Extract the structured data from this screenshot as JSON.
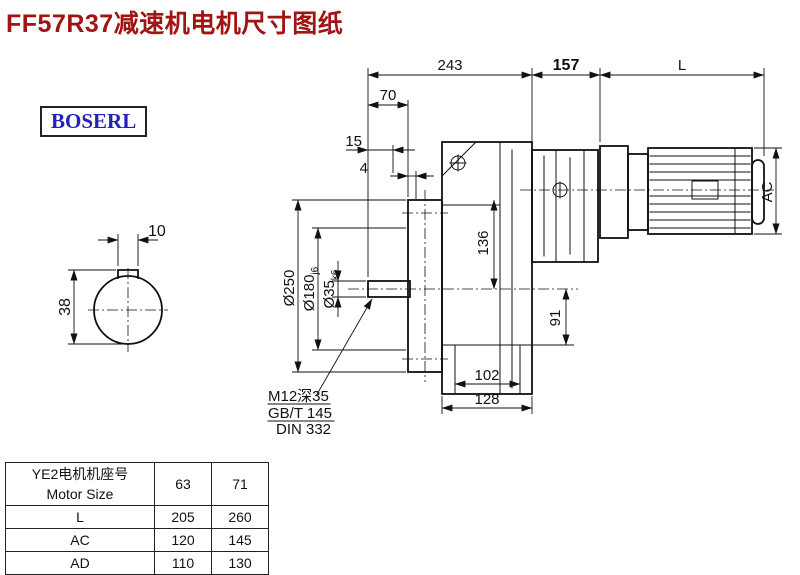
{
  "page": {
    "title": "FF57R37减速机电机尺寸图纸"
  },
  "logo": {
    "text": "BOSERL"
  },
  "dims": {
    "top_width": "243",
    "mid_width": "157",
    "motor_length": "L",
    "d70": "70",
    "d15": "15",
    "d4": "4",
    "flange_dia": "Ø250",
    "pilot_dia": "Ø180",
    "pilot_tol": "j6",
    "shaft_dia": "Ø35",
    "shaft_tol": "k6",
    "d136": "136",
    "d91": "91",
    "d102": "102",
    "d128": "128",
    "ac": "AC",
    "key_width": "10",
    "key_height": "38"
  },
  "notes": {
    "tap": "M12深35",
    "std1": "GB/T 145",
    "std2": "DIN 332"
  },
  "table": {
    "header": {
      "title_cn": "YE2电机机座号",
      "title_en": "Motor Size",
      "size1": "63",
      "size2": "71"
    },
    "rows": [
      {
        "label": "L",
        "v1": "205",
        "v2": "260"
      },
      {
        "label": "AC",
        "v1": "120",
        "v2": "145"
      },
      {
        "label": "AD",
        "v1": "110",
        "v2": "130"
      }
    ]
  }
}
